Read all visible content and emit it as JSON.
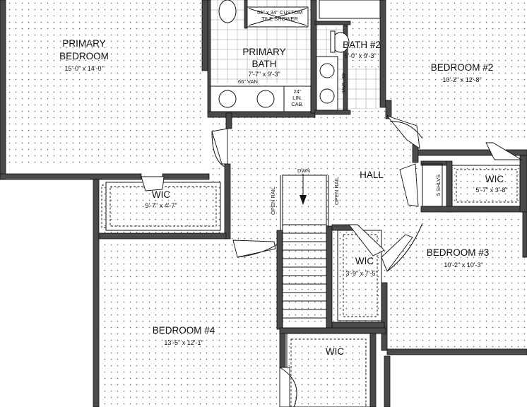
{
  "rooms": {
    "primary_bedroom": {
      "name_line1": "PRIMARY",
      "name_line2": "BEDROOM",
      "dims": "15'-0\" x 14'-0\""
    },
    "primary_bath": {
      "name_line1": "PRIMARY",
      "name_line2": "BATH",
      "dims": "7'-7\" x 9'-3\""
    },
    "bath2": {
      "name": "BATH #2",
      "dims": "5'-0\" x 9'-3\""
    },
    "bedroom2": {
      "name": "BEDROOM #2",
      "dims": "10'-2\" x 12'-8\""
    },
    "bedroom3": {
      "name": "BEDROOM #3",
      "dims": "10'-2\" x 10'-3\""
    },
    "bedroom4": {
      "name": "BEDROOM #4",
      "dims": "13'-5\" x 12'-1\""
    },
    "hall": {
      "name": "HALL"
    },
    "wic_primary": {
      "name": "WIC",
      "dims": "9'-7\" x 4'-7\""
    },
    "wic_bed2": {
      "name": "WIC",
      "dims": "5'-7\" x 3'-8\""
    },
    "wic_bed3": {
      "name": "WIC",
      "dims": "3'-9\" x 7'-5\""
    },
    "wic_bed4": {
      "name": "WIC"
    }
  },
  "fixtures": {
    "shower_line1": "54\" x 34\" CUSTOM",
    "shower_line2": "TILE SHOWER",
    "vanity_66": "66\" VAN.",
    "vanity_48": "48\" VAN.",
    "linen_line1": "24\"",
    "linen_line2": "LIN.",
    "linen_line3": "CAB.",
    "shelves": "5 SHLVS"
  },
  "stair": {
    "direction": "DWN",
    "rail_left": "OPEN RAIL",
    "rail_right": "OPEN RAIL"
  }
}
